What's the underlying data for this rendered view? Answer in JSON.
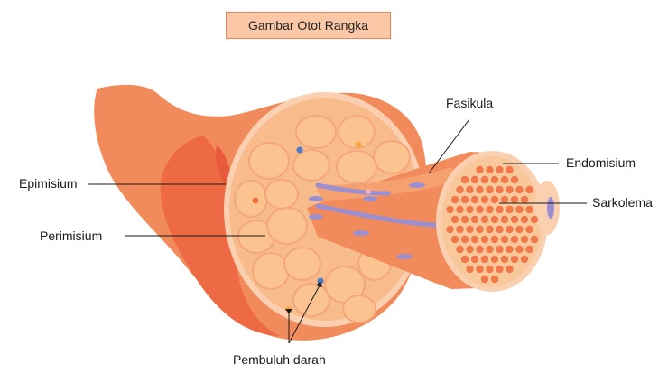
{
  "title": "Gambar Otot Rangka",
  "labels": {
    "epimisium": "Epimisium",
    "perimisium": "Perimisium",
    "fasikula": "Fasikula",
    "endomisium": "Endomisium",
    "sarkolema": "Sarkolema",
    "pembuluh_darah": "Pembuluh darah"
  },
  "colors": {
    "muscle_outer": "#f28b5c",
    "muscle_dark": "#ee6a45",
    "section_rim": "#fad0b0",
    "bundle_fill": "#fbc38f",
    "bundle_stroke": "#f3a77a",
    "fiber": "#f0784a",
    "vessel_blue": "#4e7bc4",
    "vessel_orange": "#f7a340",
    "nerve_purple": "#9b8fd0"
  }
}
